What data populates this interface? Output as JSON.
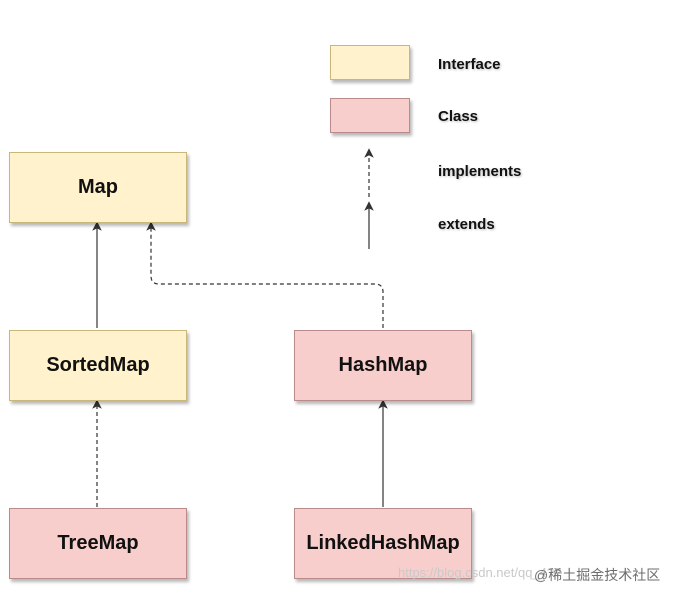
{
  "legend": {
    "interface_label": "Interface",
    "class_label": "Class",
    "implements_label": "implements",
    "extends_label": "extends"
  },
  "nodes": {
    "map": "Map",
    "sortedmap": "SortedMap",
    "hashmap": "HashMap",
    "treemap": "TreeMap",
    "linkedhashmap": "LinkedHashMap"
  },
  "watermark": {
    "url": "https://blog.csdn.net/qq_4??",
    "site": "@稀土掘金技术社区"
  },
  "colors": {
    "interface_fill": "#fff2cc",
    "class_fill": "#f8cecc",
    "edge": "#333333"
  }
}
